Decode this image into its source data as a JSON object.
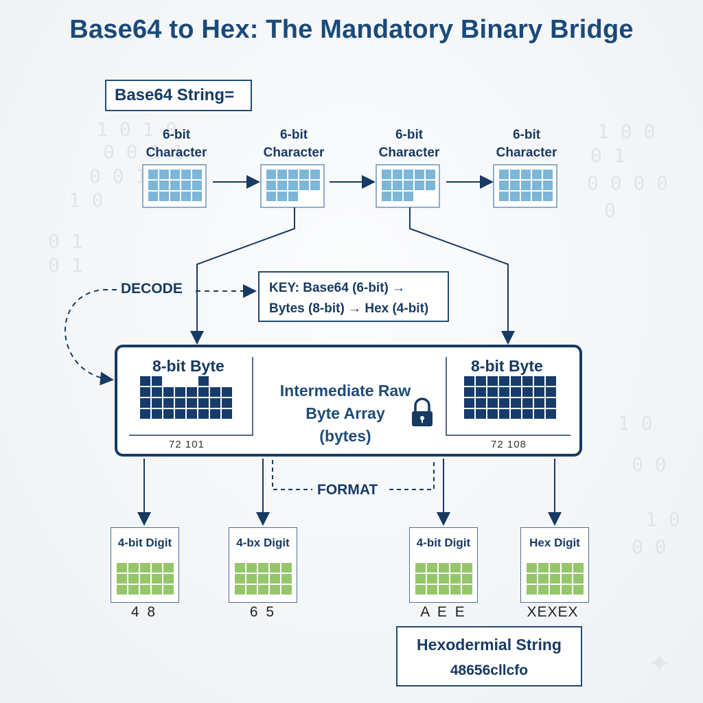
{
  "title": "Base64 to Hex: The Mandatory Binary Bridge",
  "base64_label": "Base64 String=",
  "characters": [
    {
      "line1": "6-bit",
      "line2": "Character"
    },
    {
      "line1": "6-bit",
      "line2": "Character"
    },
    {
      "line1": "6-bit",
      "line2": "Character"
    },
    {
      "line1": "6-bit",
      "line2": "Character"
    }
  ],
  "decode_label": "DECODE",
  "key": {
    "line1": "KEY: Base64 (6-bit) →",
    "line2": "Bytes (8-bit) → Hex (4-bit)"
  },
  "raw": {
    "line1": "Intermediate Raw",
    "line2": "Byte Array",
    "line3": "(bytes)"
  },
  "bytes": [
    {
      "title": "8-bit Byte",
      "values": "72  101"
    },
    {
      "title": "8-bit Byte",
      "values": "72  108"
    }
  ],
  "format_label": "FORMAT",
  "digits": [
    {
      "title": "4-bit Digit",
      "output": "4 8"
    },
    {
      "title": "4-bx Digit",
      "output": "6 5"
    },
    {
      "title": "4-bit Digit",
      "output": "A E E"
    },
    {
      "title": "Hex Digit",
      "output": "XEXEX"
    }
  ],
  "hex_string": {
    "title": "Hexodermial String",
    "value": "48656cllcfo"
  },
  "colors": {
    "title": "#1a4a7a",
    "navy": "#173a63",
    "char_cell": "#7cb6d9",
    "byte_cell": "#163c6b",
    "digit_cell": "#95c66a"
  }
}
